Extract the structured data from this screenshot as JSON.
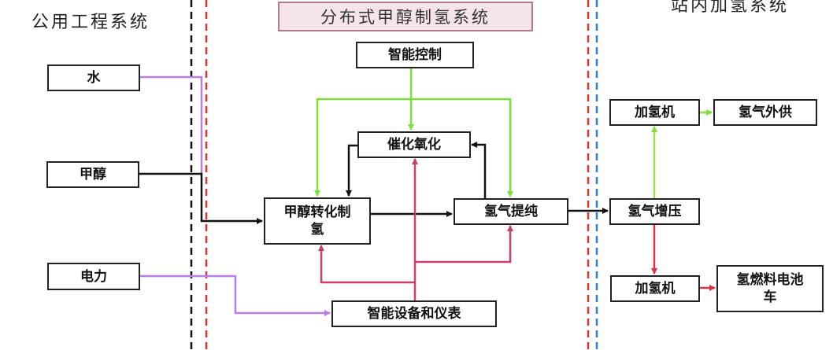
{
  "sections": {
    "utility": "公用工程系统",
    "production": "分布式甲醇制氢系统",
    "station": "站内加氢系统"
  },
  "nodes": {
    "water": "水",
    "methanol": "甲醇",
    "power": "电力",
    "smart_control": "智能控制",
    "catalytic_oxidation": "催化氧化",
    "methanol_reforming": "甲醇转化制氢",
    "h2_purification": "氢气提纯",
    "smart_equipment": "智能设备和仪表",
    "dispenser_top": "加氢机",
    "h2_external_supply": "氢气外供",
    "h2_compression": "氢气增压",
    "dispenser_bottom": "加氢机",
    "fuel_cell_vehicle": "氢燃料电池车"
  },
  "colors": {
    "purple": "#b77ee6",
    "green": "#7be03c",
    "crimson": "#c8406a",
    "red": "#e03040",
    "black": "#111111",
    "divider_red": "#d9382c",
    "divider_blue": "#2f7fd6"
  }
}
